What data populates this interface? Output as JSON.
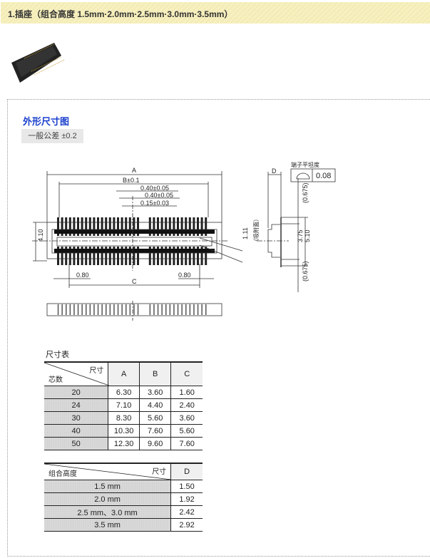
{
  "header": {
    "title": "1.插座（组合高度 1.5mm·2.0mm·2.5mm·3.0mm·3.5mm）"
  },
  "section": {
    "title": "外形尺寸图",
    "tolerance": "一般公差 ±0.2"
  },
  "drawing": {
    "dim_A": "A",
    "dim_B": "B±0.1",
    "pitch1": "0.40±0.05",
    "pitch2": "0.40±0.05",
    "pin_w": "0.15±0.03",
    "dim_410": "4.10",
    "dim_111": "1.11",
    "suction": "（吸附面）",
    "dim_080_left": "0.80",
    "dim_080_right": "0.80",
    "dim_C": "C",
    "dim_D": "D",
    "flatness_label": "端子平坦度",
    "flatness_value": "0.08",
    "dim_0675_top": "(0.675)",
    "dim_375": "3.75",
    "dim_510": "5.10",
    "dim_0675_bottom": "(0.675)"
  },
  "table1": {
    "caption": "尺寸表",
    "corner_top": "尺寸",
    "corner_bottom": "芯数",
    "columns": [
      "A",
      "B",
      "C"
    ],
    "rows": [
      {
        "label": "20",
        "values": [
          "6.30",
          "3.60",
          "1.60"
        ]
      },
      {
        "label": "24",
        "values": [
          "7.10",
          "4.40",
          "2.40"
        ]
      },
      {
        "label": "30",
        "values": [
          "8.30",
          "5.60",
          "3.60"
        ]
      },
      {
        "label": "40",
        "values": [
          "10.30",
          "7.60",
          "5.60"
        ]
      },
      {
        "label": "50",
        "values": [
          "12.30",
          "9.60",
          "7.60"
        ]
      }
    ]
  },
  "table2": {
    "corner_top": "尺寸",
    "corner_bottom": "组合高度",
    "columns": [
      "D"
    ],
    "rows": [
      {
        "label": "1.5 mm",
        "values": [
          "1.50"
        ]
      },
      {
        "label": "2.0 mm",
        "values": [
          "1.92"
        ]
      },
      {
        "label": "2.5 mm、3.0 mm",
        "values": [
          "2.42"
        ]
      },
      {
        "label": "3.5 mm",
        "values": [
          "2.92"
        ]
      }
    ]
  }
}
